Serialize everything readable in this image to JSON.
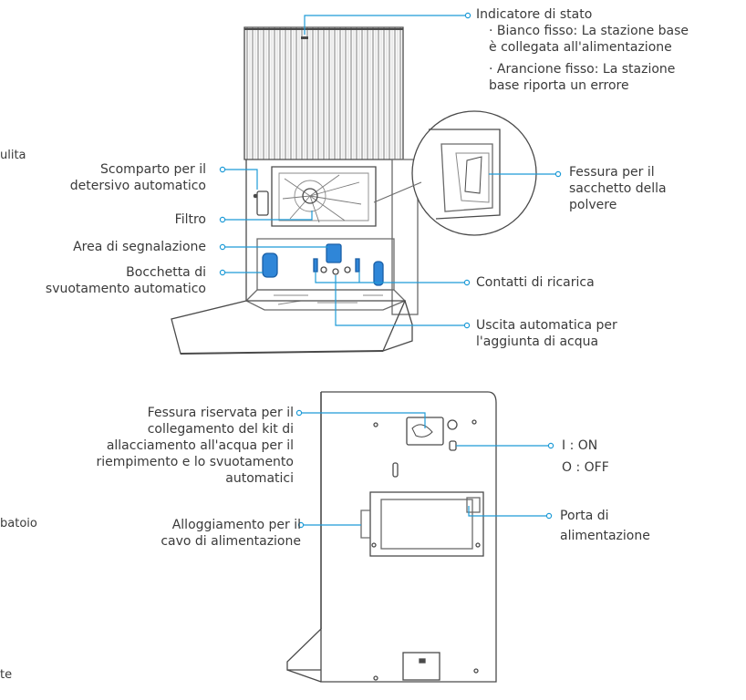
{
  "colors": {
    "leader": "#1e9bd7",
    "outline": "#4a4a4a",
    "accent": "#2f86d8"
  },
  "fragments": {
    "top": "ulita",
    "middle": "batoio",
    "bottom": "te"
  },
  "front_view": {
    "status_indicator": {
      "title": "Indicatore di stato",
      "white_1": "· Bianco fisso: La stazione base",
      "white_2": "è collegata all'alimentazione",
      "orange_1": "· Arancione fisso: La stazione",
      "orange_2": "base riporta un errore"
    },
    "detergent": {
      "line1": "Scomparto per il",
      "line2": "detersivo automatico"
    },
    "filter": "Filtro",
    "signal_area": "Area di segnalazione",
    "auto_empty": {
      "line1": "Bocchetta di",
      "line2": "svuotamento automatico"
    },
    "dust_bag": {
      "line1": "Fessura per il",
      "line2": "sacchetto della",
      "line3": "polvere"
    },
    "charging_contacts": "Contatti di ricarica",
    "water_outlet": {
      "line1": "Uscita automatica per",
      "line2": "l'aggiunta di acqua"
    }
  },
  "back_view": {
    "reserved_slot": {
      "line1": "Fessura riservata per il",
      "line2": "collegamento del kit di",
      "line3": "allacciamento all'acqua per il",
      "line4": "riempimento e lo svuotamento",
      "line5": "automatici"
    },
    "switch": {
      "on": "I  : ON",
      "off": "O : OFF"
    },
    "cable_housing": {
      "line1": "Alloggiamento per il",
      "line2": "cavo di alimentazione"
    },
    "power_port": {
      "line1": "Porta di",
      "line2": "alimentazione"
    }
  }
}
